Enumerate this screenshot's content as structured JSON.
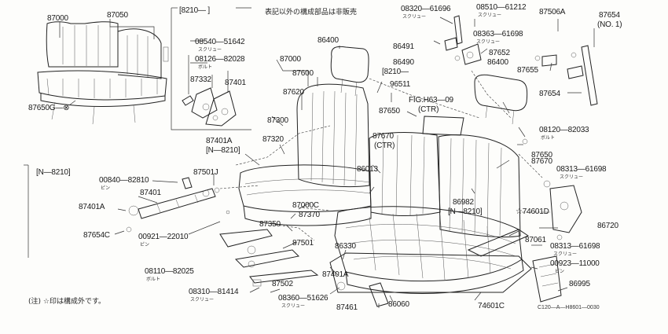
{
  "header_note": "表記以外の構成部品は非販売",
  "inset_top": {
    "label": "[8210—    ]"
  },
  "inset_left": {
    "label": "[N—8210]"
  },
  "footnote": "(注) ☆印は構成外です。",
  "drawing_code": "C120—A—H8601—0030",
  "parts": [
    {
      "id": "p87000a",
      "text": "87000"
    },
    {
      "id": "p87050",
      "text": "87050"
    },
    {
      "id": "p87650g",
      "text": "87650G—⊗"
    },
    {
      "id": "p08540",
      "text": "08540—51642"
    },
    {
      "id": "p08126",
      "text": "08126—82028"
    },
    {
      "id": "p87332",
      "text": "87332"
    },
    {
      "id": "p87401a",
      "text": "87401"
    },
    {
      "id": "p87000b",
      "text": "87000"
    },
    {
      "id": "p87600",
      "text": "87600"
    },
    {
      "id": "p87620",
      "text": "87620"
    },
    {
      "id": "p86400a",
      "text": "86400"
    },
    {
      "id": "p08320",
      "text": "08320—61696"
    },
    {
      "id": "p08510",
      "text": "08510—61212"
    },
    {
      "id": "p87506a",
      "text": "87506A"
    },
    {
      "id": "p87654a",
      "text": "87654"
    },
    {
      "id": "pno1",
      "text": "(NO. 1)"
    },
    {
      "id": "p86491",
      "text": "86491"
    },
    {
      "id": "p08363",
      "text": "08363—61698"
    },
    {
      "id": "p87652",
      "text": "87652"
    },
    {
      "id": "p86490",
      "text": "86490"
    },
    {
      "id": "p86400b",
      "text": "86400"
    },
    {
      "id": "p8210b",
      "text": "[8210—"
    },
    {
      "id": "p96511",
      "text": "96511"
    },
    {
      "id": "p87655",
      "text": "87655"
    },
    {
      "id": "pfig",
      "text": "FIG.H63—09"
    },
    {
      "id": "pctr",
      "text": "(CTR)"
    },
    {
      "id": "p87654b",
      "text": "87654"
    },
    {
      "id": "p87300",
      "text": "87300"
    },
    {
      "id": "p87650a",
      "text": "87650"
    },
    {
      "id": "p87320",
      "text": "87320"
    },
    {
      "id": "p87401b",
      "text": "87401A"
    },
    {
      "id": "pn8210a",
      "text": "[N—8210]"
    },
    {
      "id": "p87670a",
      "text": "87670"
    },
    {
      "id": "pctr2",
      "text": "(CTR)"
    },
    {
      "id": "p08120",
      "text": "08120—82033"
    },
    {
      "id": "p87650b",
      "text": "87650"
    },
    {
      "id": "p87670b",
      "text": "87670"
    },
    {
      "id": "p08313a",
      "text": "08313—61698"
    },
    {
      "id": "p00840",
      "text": "00840—82810"
    },
    {
      "id": "p87501j",
      "text": "87501J"
    },
    {
      "id": "p87401c",
      "text": "87401"
    },
    {
      "id": "p87401d",
      "text": "87401A"
    },
    {
      "id": "p87654c",
      "text": "87654C"
    },
    {
      "id": "p00921",
      "text": "00921—22010"
    },
    {
      "id": "p86013",
      "text": "86013"
    },
    {
      "id": "p86982",
      "text": "86982"
    },
    {
      "id": "pn8210b",
      "text": "[N—8210]"
    },
    {
      "id": "p87000c",
      "text": "87000C"
    },
    {
      "id": "p87370",
      "text": "87370"
    },
    {
      "id": "p74601d",
      "text": "☆74601D"
    },
    {
      "id": "p86720",
      "text": "86720"
    },
    {
      "id": "p87350",
      "text": "87350"
    },
    {
      "id": "p87501",
      "text": "87501"
    },
    {
      "id": "p86330",
      "text": "86330"
    },
    {
      "id": "p87061",
      "text": "87061"
    },
    {
      "id": "p08313b",
      "text": "08313—61698"
    },
    {
      "id": "p00923",
      "text": "00923—11000"
    },
    {
      "id": "p08110",
      "text": "08110—82025"
    },
    {
      "id": "p87401e",
      "text": "87401A"
    },
    {
      "id": "p86995",
      "text": "86995"
    },
    {
      "id": "p08310",
      "text": "08310—81414"
    },
    {
      "id": "p87502",
      "text": "87502"
    },
    {
      "id": "p08360",
      "text": "08360—51626"
    },
    {
      "id": "p87461",
      "text": "87461"
    },
    {
      "id": "p86060",
      "text": "86060"
    },
    {
      "id": "p74601c",
      "text": "74601C"
    }
  ],
  "subs": [
    {
      "id": "s1",
      "text": "スクリュー"
    },
    {
      "id": "s2",
      "text": "ボルト"
    },
    {
      "id": "s3",
      "text": "スクリュー"
    },
    {
      "id": "s4",
      "text": "スクリュー"
    },
    {
      "id": "s5",
      "text": "スクリュー"
    },
    {
      "id": "s6",
      "text": "ボルト"
    },
    {
      "id": "s7",
      "text": "スクリュー"
    },
    {
      "id": "s8",
      "text": "ピン"
    },
    {
      "id": "s9",
      "text": "ピン"
    },
    {
      "id": "s10",
      "text": "スクリュー"
    },
    {
      "id": "s11",
      "text": "ピン"
    },
    {
      "id": "s12",
      "text": "ボルト"
    },
    {
      "id": "s13",
      "text": "スクリュー"
    },
    {
      "id": "s14",
      "text": "スクリュー"
    }
  ]
}
